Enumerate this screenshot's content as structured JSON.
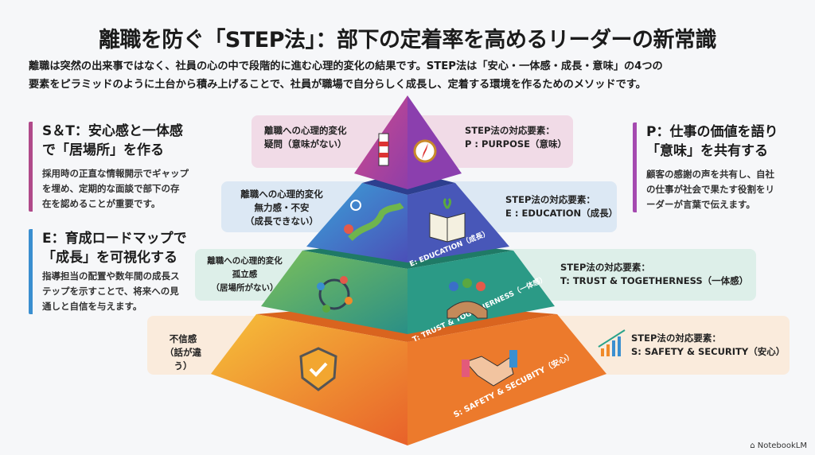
{
  "title": "離職を防ぐ「STEP法」：部下の定着率を高めるリーダーの新常識",
  "intro": [
    "離職は突然の出来事ではなく、社員の心の中で段階的に進む心理的変化の結果です。STEP法は「安心・一体感・成長・意味」の4つの",
    "要素をピラミッドのように土台から積み上げることで、社員が職場で自分らしく成長し、定着する環境を作るためのメソッドです。"
  ],
  "left_panels": [
    {
      "heading": [
        "S＆T：安心感と一体感",
        "で「居場所」を作る"
      ],
      "body": [
        "採用時の正直な情報開示でギャップ",
        "を埋め、定期的な面談で部下の存",
        "在を認めることが重要です。"
      ],
      "color": "#c2456e"
    },
    {
      "heading": [
        "E：育成ロードマップで",
        "「成長」を可視化する"
      ],
      "body": [
        "指導担当の配置や数年間の成長ス",
        "テップを示すことで、将来への見",
        "通しと自信を与えます。"
      ],
      "color": "#3a8fd0"
    }
  ],
  "right_panel": {
    "heading": [
      "P：仕事の価値を語り",
      "「意味」を共有する"
    ],
    "body": [
      "顧客の感謝の声を共有し、自社",
      "の仕事が社会で果たす役割をリ",
      "ーダーが言葉で伝えます。"
    ],
    "color": "#a54ab0"
  },
  "tiers": [
    {
      "psych": [
        "離職への心理的変化",
        "疑問（意味がない）"
      ],
      "step": [
        "STEP法の対応要素：",
        "P : PURPOSE（意味）"
      ],
      "face_label": "",
      "color": "#b84a9e"
    },
    {
      "psych": [
        "離職への心理的変化",
        "無力感・不安",
        "（成長できない）"
      ],
      "step": [
        "STEP法の対応要素：",
        "E : EDUCATION（成長）"
      ],
      "face_label": "E: EDUCATION（成長）",
      "color": "#3d6fc8"
    },
    {
      "psych": [
        "離職への心理的変化",
        "孤立感",
        "（居場所がない）"
      ],
      "step": [
        "STEP法の対応要素：",
        "T: TRUST & TOGETHERNESS（一体感）"
      ],
      "face_label": "T: TRUST & TOGETHERNESS（一体感）",
      "color": "#2fa38a"
    },
    {
      "psych": [
        "不信感",
        "（話が違う）"
      ],
      "step": [
        "STEP法の対応要素：",
        "S: SAFETY & SECURITY（安心）"
      ],
      "face_label": "S: SAFETY & SECUBITY（安心）",
      "color": "#f08a2a"
    }
  ],
  "brand": "NotebookLM"
}
